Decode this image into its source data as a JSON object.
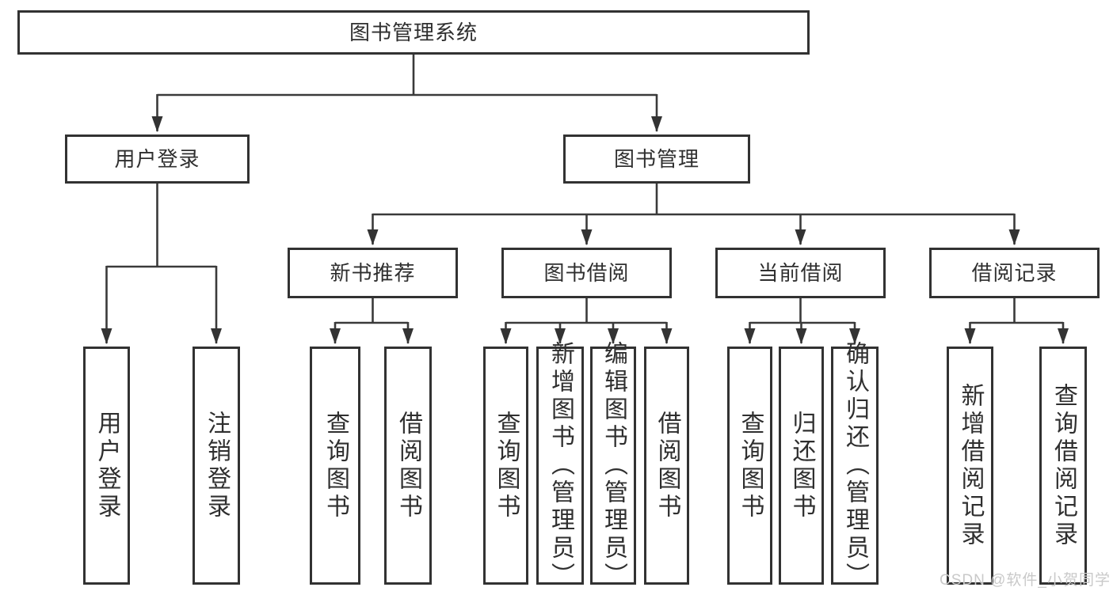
{
  "tree": {
    "root": {
      "label": "图书管理系统",
      "children": [
        {
          "label": "用户登录",
          "children": [
            {
              "label": "用户登录"
            },
            {
              "label": "注销登录"
            }
          ]
        },
        {
          "label": "图书管理",
          "children": [
            {
              "label": "新书推荐",
              "children": [
                {
                  "label": "查询图书"
                },
                {
                  "label": "借阅图书"
                }
              ]
            },
            {
              "label": "图书借阅",
              "children": [
                {
                  "label": "查询图书"
                },
                {
                  "label": "新增图书（管理员）"
                },
                {
                  "label": "编辑图书（管理员）"
                },
                {
                  "label": "借阅图书"
                }
              ]
            },
            {
              "label": "当前借阅",
              "children": [
                {
                  "label": "查询图书"
                },
                {
                  "label": "归还图书"
                },
                {
                  "label": "确认归还（管理员）"
                }
              ]
            },
            {
              "label": "借阅记录",
              "children": [
                {
                  "label": "新增借阅记录"
                },
                {
                  "label": "查询借阅记录"
                }
              ]
            }
          ]
        }
      ]
    }
  },
  "watermark": "CSDN @软件_小贺同学",
  "colors": {
    "line": "#3a3a3a",
    "box_border": "#323232",
    "box_fill": "#ffffff",
    "text": "#2f2f2f",
    "watermark": "#c9c9c9",
    "background": "#ffffff"
  }
}
